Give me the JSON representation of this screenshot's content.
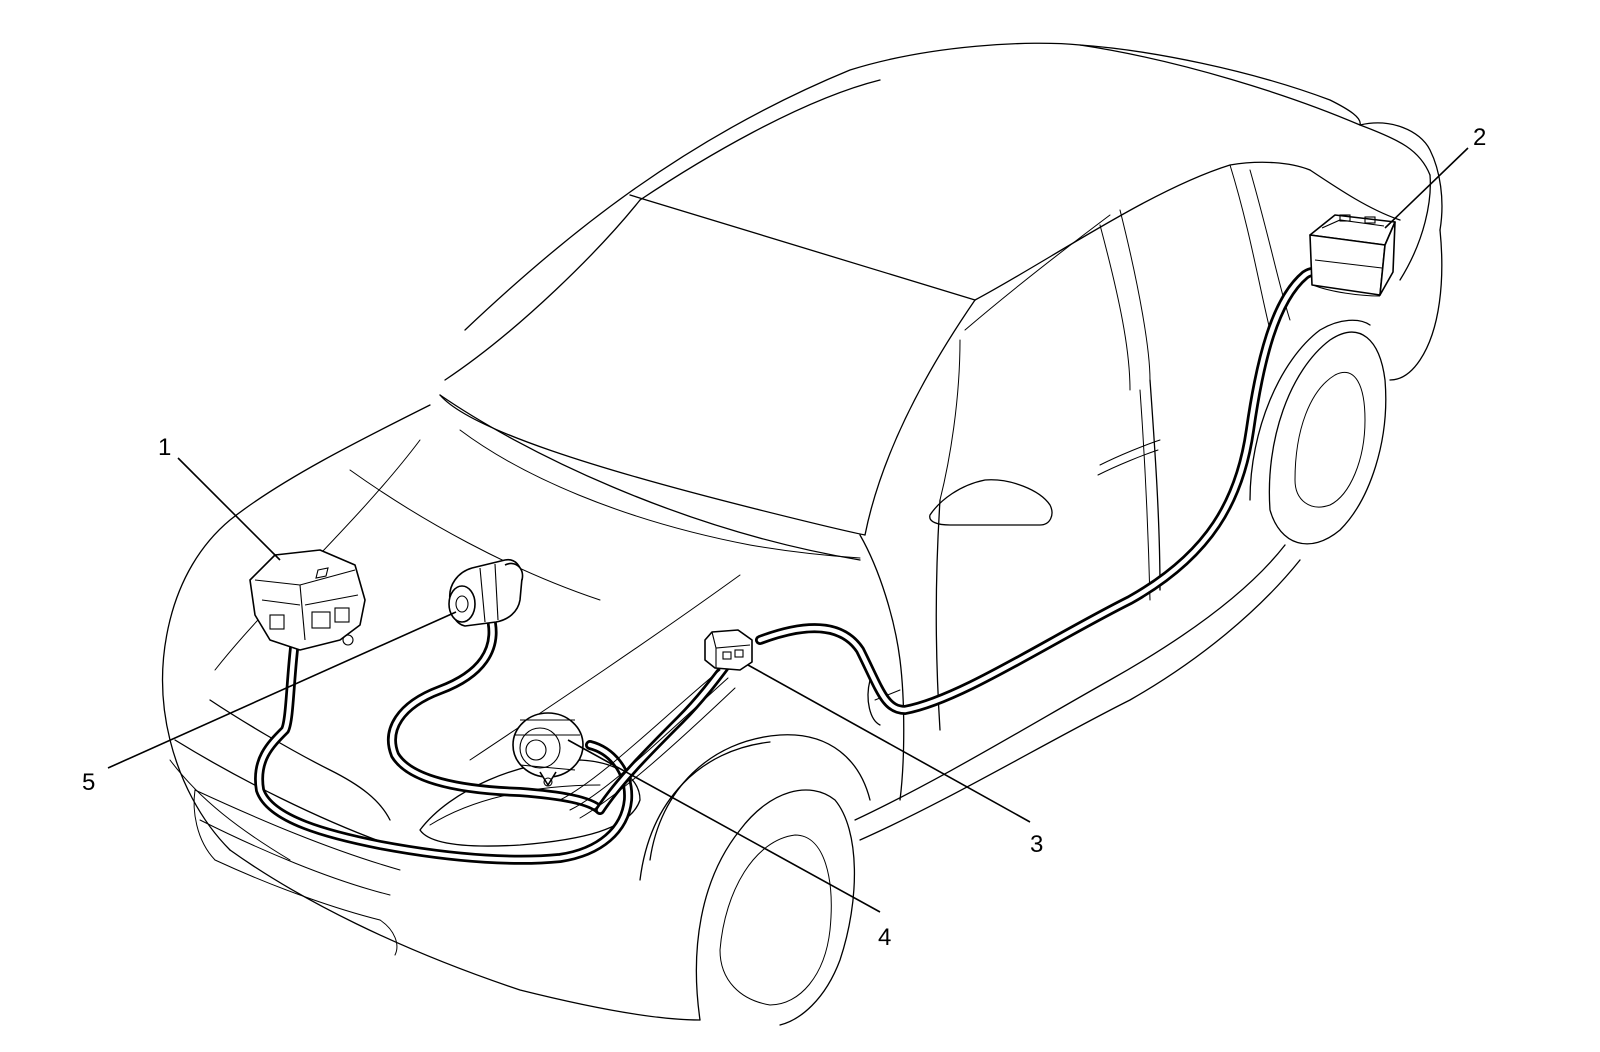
{
  "callouts": [
    {
      "id": "1",
      "label": "1",
      "component": "underhood-fuse-block"
    },
    {
      "id": "2",
      "label": "2",
      "component": "battery"
    },
    {
      "id": "3",
      "label": "3",
      "component": "junction-block"
    },
    {
      "id": "4",
      "label": "4",
      "component": "generator"
    },
    {
      "id": "5",
      "label": "5",
      "component": "starter-motor"
    }
  ],
  "colors": {
    "line": "#000000",
    "background": "#ffffff"
  }
}
